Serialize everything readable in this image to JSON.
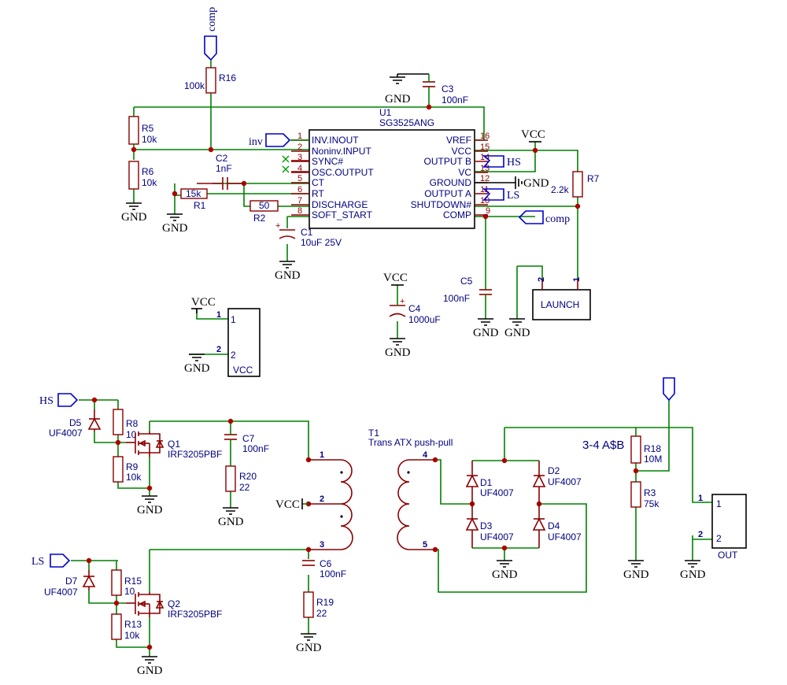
{
  "ic": {
    "ref": "U1",
    "part": "SG3525ANG",
    "pins_left": [
      {
        "num": "1",
        "name": "INV.INOUT"
      },
      {
        "num": "2",
        "name": "Noninv.INPUT"
      },
      {
        "num": "3",
        "name": "SYNC#"
      },
      {
        "num": "4",
        "name": "OSC.OUTPUT"
      },
      {
        "num": "5",
        "name": "CT"
      },
      {
        "num": "6",
        "name": "RT"
      },
      {
        "num": "7",
        "name": "DISCHARGE"
      },
      {
        "num": "8",
        "name": "SOFT_START"
      }
    ],
    "pins_right": [
      {
        "num": "16",
        "name": "VREF"
      },
      {
        "num": "15",
        "name": "VCC"
      },
      {
        "num": "14",
        "name": "OUTPUT B"
      },
      {
        "num": "13",
        "name": "VC"
      },
      {
        "num": "12",
        "name": "GROUND"
      },
      {
        "num": "11",
        "name": "OUTPUT A"
      },
      {
        "num": "10",
        "name": "SHUTDOWN#"
      },
      {
        "num": "9",
        "name": "COMP"
      }
    ]
  },
  "parts": {
    "r16": {
      "ref": "R16",
      "value": "100k"
    },
    "r5": {
      "ref": "R5",
      "value": "10k"
    },
    "r6": {
      "ref": "R6",
      "value": "10k"
    },
    "c2": {
      "ref": "C2",
      "value": "1nF"
    },
    "r1": {
      "ref": "R1",
      "value": "15k"
    },
    "r2": {
      "ref": "R2",
      "value": "50"
    },
    "c1": {
      "ref": "C1",
      "value": "10uF 25V"
    },
    "c3": {
      "ref": "C3",
      "value": "100nF"
    },
    "r7": {
      "ref": "R7",
      "value": "2.2k"
    },
    "c5": {
      "ref": "C5",
      "value": "100nF"
    },
    "c4": {
      "ref": "C4",
      "value": "1000uF"
    },
    "launch": {
      "name": "LAUNCH",
      "pin1": "1",
      "pin2": "2"
    },
    "vccconn": {
      "name": "VCC",
      "pin1": "1",
      "pin2": "2"
    },
    "d5": {
      "ref": "D5",
      "value": "UF4007"
    },
    "r8": {
      "ref": "R8",
      "value": "10"
    },
    "r9": {
      "ref": "R9",
      "value": "10k"
    },
    "q1": {
      "ref": "Q1",
      "value": "IRF3205PBF"
    },
    "c7": {
      "ref": "C7",
      "value": "100nF"
    },
    "r20": {
      "ref": "R20",
      "value": "22"
    },
    "t1": {
      "ref": "T1",
      "value": "Trans ATX push-pull",
      "p1": "1",
      "p2": "2",
      "p3": "3",
      "p4": "4",
      "p5": "5"
    },
    "d7": {
      "ref": "D7",
      "value": "UF4007"
    },
    "r15": {
      "ref": "R15",
      "value": "10"
    },
    "r13": {
      "ref": "R13",
      "value": "10k"
    },
    "q2": {
      "ref": "Q2",
      "value": "IRF3205PBF"
    },
    "c6": {
      "ref": "C6",
      "value": "100nF"
    },
    "r19": {
      "ref": "R19",
      "value": "22"
    },
    "d1": {
      "ref": "D1",
      "value": "UF4007"
    },
    "d2": {
      "ref": "D2",
      "value": "UF4007"
    },
    "d3": {
      "ref": "D3",
      "value": "UF4007"
    },
    "d4": {
      "ref": "D4",
      "value": "UF4007"
    },
    "r18": {
      "ref": "R18",
      "value": "10M"
    },
    "r3": {
      "ref": "R3",
      "value": "75k"
    },
    "out": {
      "name": "OUT",
      "pin1": "1",
      "pin2": "2"
    }
  },
  "labels": {
    "comp": "comp",
    "inv": "inv",
    "hs": "HS",
    "ls": "LS",
    "vcc": "VCC",
    "gnd": "GND",
    "note": "3-4 A$B"
  },
  "colors": {
    "wire": "#008000",
    "component": "#8b0000",
    "text": "#000080",
    "junction": "#b00000"
  }
}
